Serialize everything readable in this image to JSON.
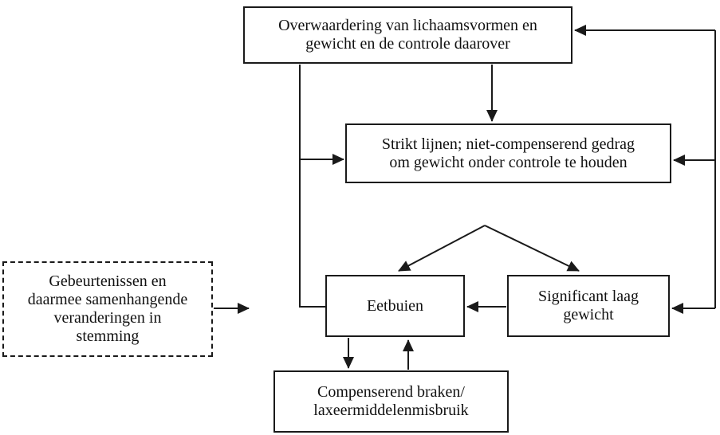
{
  "diagram": {
    "language": "nl",
    "colors": {
      "background": "#ffffff",
      "line": "#1a1a1a",
      "box_border": "#1a1a1a",
      "text": "#111111"
    },
    "boxes": {
      "overvaluation": {
        "lines": [
          "Overwaardering van lichaamsvormen en",
          "gewicht en de controle daarover"
        ],
        "border": "solid"
      },
      "strict_dieting": {
        "lines": [
          "Strikt lijnen; niet-compenserend gedrag",
          "om gewicht onder controle te houden"
        ],
        "border": "solid"
      },
      "events_mood": {
        "lines": [
          "Gebeurtenissen en",
          "daarmee samenhangende",
          "veranderingen in",
          "stemming"
        ],
        "border": "dashed"
      },
      "binge_eating": {
        "lines": [
          "Eetbuien"
        ],
        "border": "solid"
      },
      "low_weight": {
        "lines": [
          "Significant laag",
          "gewicht"
        ],
        "border": "solid"
      },
      "compensatory": {
        "lines": [
          "Compenserend braken/",
          "laxeermiddelenmisbruik"
        ],
        "border": "solid"
      }
    },
    "edges": [
      {
        "from": "overvaluation",
        "to": "strict_dieting",
        "style": "arrow-down"
      },
      {
        "from": "overvaluation-left-rail",
        "to": "strict_dieting",
        "style": "arrow-right"
      },
      {
        "from": "overvaluation-left-rail",
        "to": "binge_eating",
        "style": "plain-elbow"
      },
      {
        "from": "strict_dieting-apex",
        "to": "binge_eating",
        "style": "arrow-diagonal"
      },
      {
        "from": "strict_dieting-apex",
        "to": "low_weight",
        "style": "arrow-diagonal"
      },
      {
        "from": "low_weight",
        "to": "binge_eating",
        "style": "arrow-left"
      },
      {
        "from": "events_mood",
        "to": "binge_eating-area",
        "style": "arrow-right"
      },
      {
        "from": "binge_eating",
        "to": "compensatory",
        "style": "arrow-down"
      },
      {
        "from": "compensatory",
        "to": "binge_eating",
        "style": "arrow-up"
      },
      {
        "from": "right-rail",
        "to": "overvaluation",
        "style": "arrow-left"
      },
      {
        "from": "right-rail",
        "to": "strict_dieting",
        "style": "arrow-left"
      },
      {
        "from": "right-rail",
        "to": "low_weight",
        "style": "arrow-left"
      }
    ]
  }
}
